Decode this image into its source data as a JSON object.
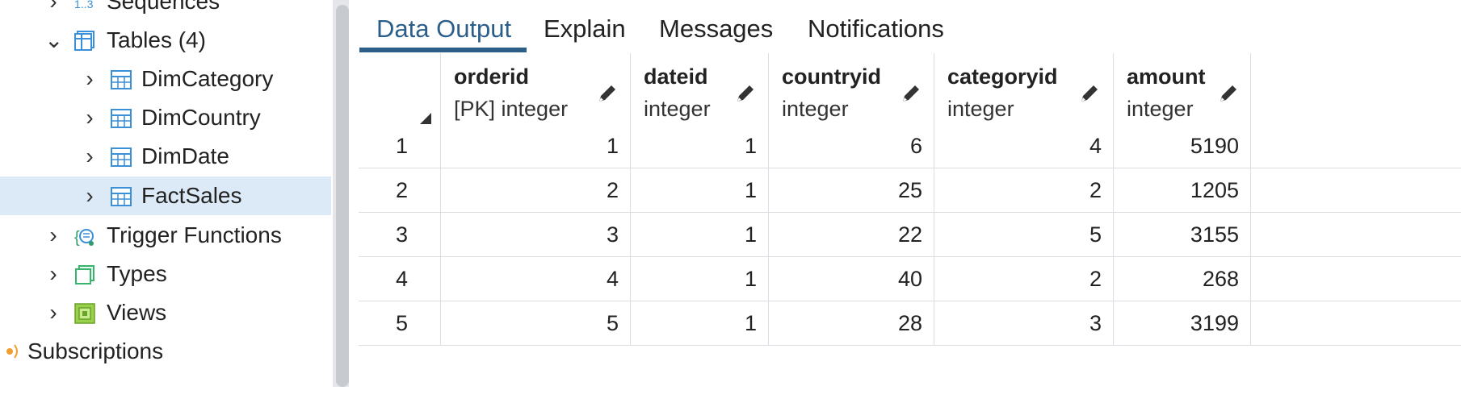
{
  "tree": {
    "top_partial": "Sequences",
    "tables_label": "Tables (4)",
    "tables": [
      "DimCategory",
      "DimCountry",
      "DimDate",
      "FactSales"
    ],
    "selected": "FactSales",
    "trigger_functions": "Trigger Functions",
    "types": "Types",
    "views": "Views",
    "bottom_partial": "Subscriptions"
  },
  "tabs": [
    "Data Output",
    "Explain",
    "Messages",
    "Notifications"
  ],
  "active_tab": "Data Output",
  "grid": {
    "columns": [
      {
        "name": "orderid",
        "type": "[PK] integer"
      },
      {
        "name": "dateid",
        "type": "integer"
      },
      {
        "name": "countryid",
        "type": "integer"
      },
      {
        "name": "categoryid",
        "type": "integer"
      },
      {
        "name": "amount",
        "type": "integer"
      }
    ],
    "rows": [
      {
        "n": "1",
        "cells": [
          "1",
          "1",
          "6",
          "4",
          "5190"
        ]
      },
      {
        "n": "2",
        "cells": [
          "2",
          "1",
          "25",
          "2",
          "1205"
        ]
      },
      {
        "n": "3",
        "cells": [
          "3",
          "1",
          "22",
          "5",
          "3155"
        ]
      },
      {
        "n": "4",
        "cells": [
          "4",
          "1",
          "40",
          "2",
          "268"
        ]
      },
      {
        "n": "5",
        "cells": [
          "5",
          "1",
          "28",
          "3",
          "3199"
        ]
      }
    ]
  },
  "colors": {
    "accent": "#2c5e8a",
    "selection": "#dbeaf6",
    "table_icon": "#3a8fd9"
  }
}
